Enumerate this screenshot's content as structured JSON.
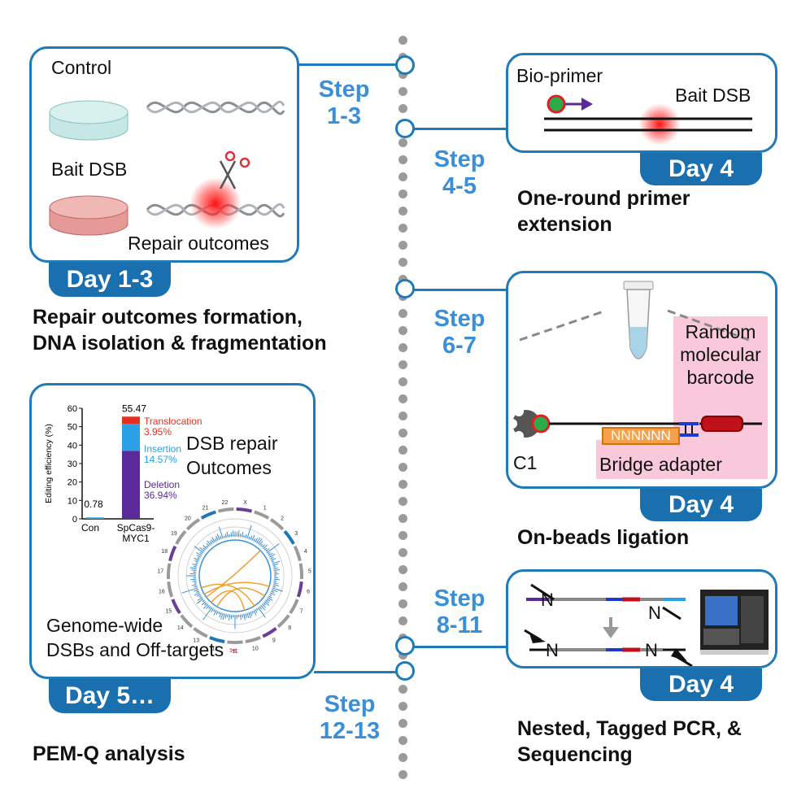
{
  "colors": {
    "accent": "#1f7ab8",
    "day_tab": "#1a6fae",
    "step_text": "#3a8fd6",
    "translocation": "#e53020",
    "insertion": "#2aa0e6",
    "deletion": "#5a2a9a"
  },
  "panel1": {
    "control_label": "Control",
    "bait_label": "Bait DSB",
    "repair_label": "Repair outcomes",
    "day": "Day 1-3",
    "caption_line1": "Repair outcomes formation,",
    "caption_line2": "DNA isolation & fragmentation",
    "step_line1": "Step",
    "step_line2": "1-3"
  },
  "panel2": {
    "bio_primer": "Bio-primer",
    "bait_dsb": "Bait DSB",
    "day": "Day 4",
    "caption_line1": "One-round primer",
    "caption_line2": "extension",
    "step_line1": "Step",
    "step_line2": "4-5"
  },
  "panel3": {
    "random_line1": "Random",
    "random_line2": "molecular",
    "random_line3": "barcode",
    "nnn": "NNNNNN",
    "c1": "C1",
    "bridge": "Bridge adapter",
    "day": "Day 4",
    "caption": "On-beads ligation",
    "step_line1": "Step",
    "step_line2": "6-7"
  },
  "panel4": {
    "n_label": "N",
    "day": "Day 4",
    "caption_line1": "Nested, Tagged PCR, &",
    "caption_line2": "Sequencing",
    "step_line1": "Step",
    "step_line2": "8-11"
  },
  "panel5": {
    "dsb_line1": "DSB repair",
    "dsb_line2": "Outcomes",
    "genome_line1": "Genome-wide",
    "genome_line2": "DSBs and Off-targets",
    "day": "Day 5…",
    "caption": "PEM-Q analysis",
    "step_line1": "Step",
    "step_line2": "12-13",
    "circos_labels": [
      "X",
      "1",
      "2",
      "3",
      "4",
      "5",
      "6",
      "7",
      "8",
      "9",
      "10",
      "11",
      "12",
      "13",
      "14",
      "15",
      "16",
      "17",
      "18",
      "19",
      "20",
      "21",
      "22"
    ]
  },
  "chart_data": {
    "type": "bar",
    "ylabel": "Editing efficiency (%)",
    "ylim": [
      0,
      60
    ],
    "yticks": [
      "0",
      "10",
      "20",
      "30",
      "40",
      "50",
      "60"
    ],
    "categories": [
      "Con",
      "SpCas9-MYC1"
    ],
    "category_lines": [
      [
        "Con"
      ],
      [
        "SpCas9-",
        "MYC1"
      ]
    ],
    "totals": [
      0.78,
      55.47
    ],
    "total_labels": [
      "0.78",
      "55.47"
    ],
    "series": [
      {
        "name": "Deletion",
        "values": [
          0.78,
          36.94
        ],
        "label": "36.94%"
      },
      {
        "name": "Insertion",
        "values": [
          0,
          14.57
        ],
        "label": "14.57%"
      },
      {
        "name": "Translocation",
        "values": [
          0,
          3.95
        ],
        "label": "3.95%"
      }
    ]
  }
}
